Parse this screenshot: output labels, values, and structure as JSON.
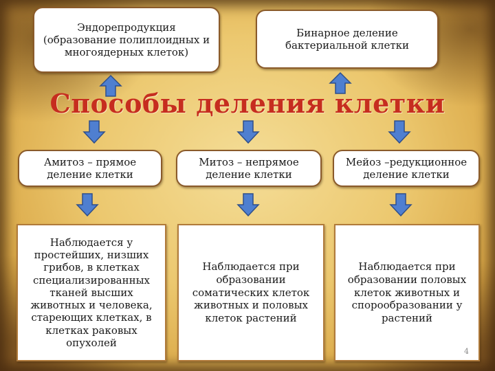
{
  "title": "Способы деления клетки",
  "top_boxes": [
    "Эндорепродукция (образование полиплоидных и многоядерных клеток)",
    "Бинарное деление бактериальной клетки"
  ],
  "types": [
    "Амитоз – прямое деление клетки",
    "Митоз – непрямое деление клетки",
    "Мейоз –редукционное деление клетки"
  ],
  "descriptions": [
    "Наблюдается у простейших, низших грибов, в клетках специализированных тканей высших животных и человека, стареющих клетках, в клетках раковых опухолей",
    "Наблюдается при образовании соматических клеток животных и половых клеток растений",
    "Наблюдается при образовании половых клеток животных и спорообразовании у растений"
  ],
  "page_number": "4",
  "colors": {
    "arrow_fill": "#4f7fd0",
    "arrow_stroke": "#2f4f8a",
    "title": "#c62d1f"
  }
}
